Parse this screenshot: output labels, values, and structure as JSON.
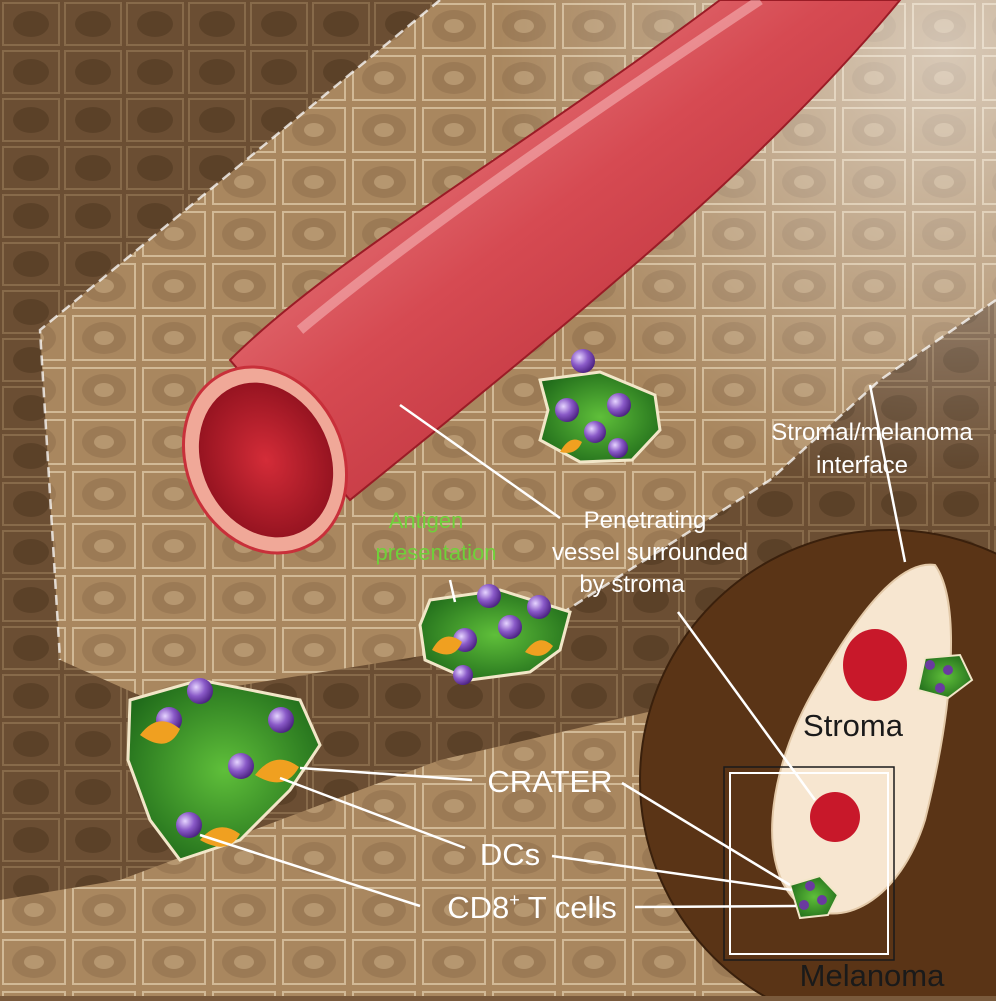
{
  "labels": {
    "antigen_line1": "Antigen",
    "antigen_line2": "presentation",
    "vessel_line1": "Penetrating",
    "vessel_line2": "vessel surrounded",
    "vessel_line3": "by stroma",
    "interface_line1": "Stromal/melanoma",
    "interface_line2": "interface",
    "stroma": "Stroma",
    "crater": "CRATER",
    "dcs": "DCs",
    "cd8_main": "CD8",
    "cd8_sup": "+",
    "cd8_tail": " T cells",
    "melanoma": "Melanoma"
  },
  "colors": {
    "tissue": "#8a6a4a",
    "tissue_light": "#b08f6a",
    "tissue_dark": "#4f3a26",
    "vessel": "#c8303a",
    "vessel_light": "#f08a8a",
    "crater_green": "#2f8a2a",
    "dc_orange": "#f0a020",
    "tcell_purple": "#6a3aa0",
    "inset_bg": "#5a3416",
    "inset_stroma": "#f7e6d0",
    "nucleus_red": "#c8182a"
  },
  "icons": {
    "vessel": "blood-vessel-icon",
    "crater": "crater-cluster-icon",
    "dc": "dendritic-cell-icon",
    "tcell": "t-cell-icon"
  }
}
